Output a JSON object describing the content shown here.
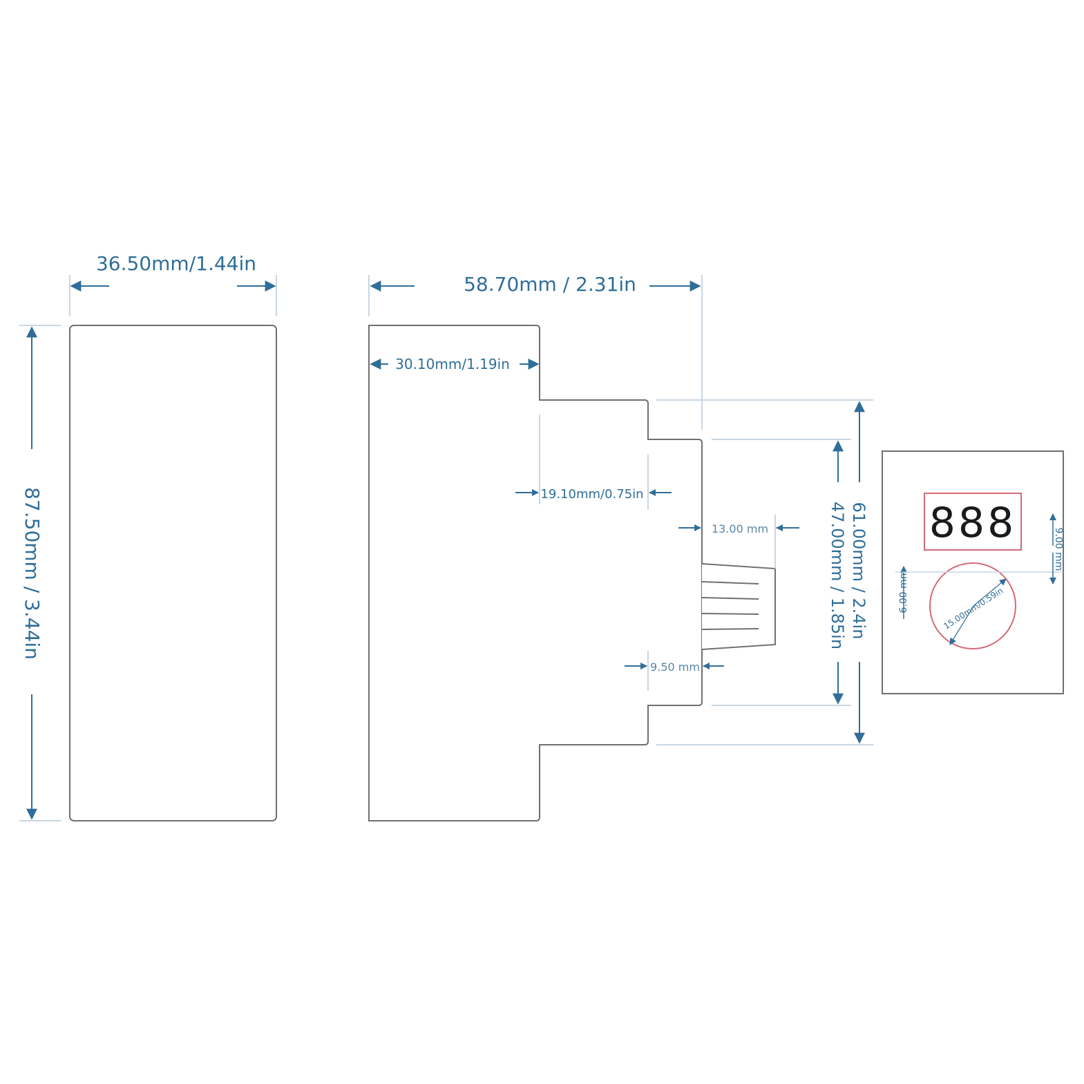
{
  "colors": {
    "dimension": "#2f6e98",
    "outline": "#6f6f6f",
    "extension": "#c9d6e2",
    "highlight": "#d36a78",
    "digits": "#1a1a1a"
  },
  "front_view": {
    "width_label": "36.50mm/1.44in",
    "height_label": "87.50mm / 3.44in"
  },
  "side_view": {
    "depth_label": "58.70mm / 2.31in",
    "upper_step_label": "30.10mm/1.19in",
    "middle_step_label": "19.10mm/0.75in",
    "knob_length_label": "13.00 mm",
    "nose_depth_label": "9.50 mm",
    "outer_height_label": "61.00mm / 2.4in",
    "inner_height_label": "47.00mm / 1.85in"
  },
  "face_view": {
    "display_value": "888",
    "knob_diameter_label": "15.00mm/0.59in",
    "left_gap_label": "6.00 mm",
    "right_gap_label": "9.00 mm"
  }
}
